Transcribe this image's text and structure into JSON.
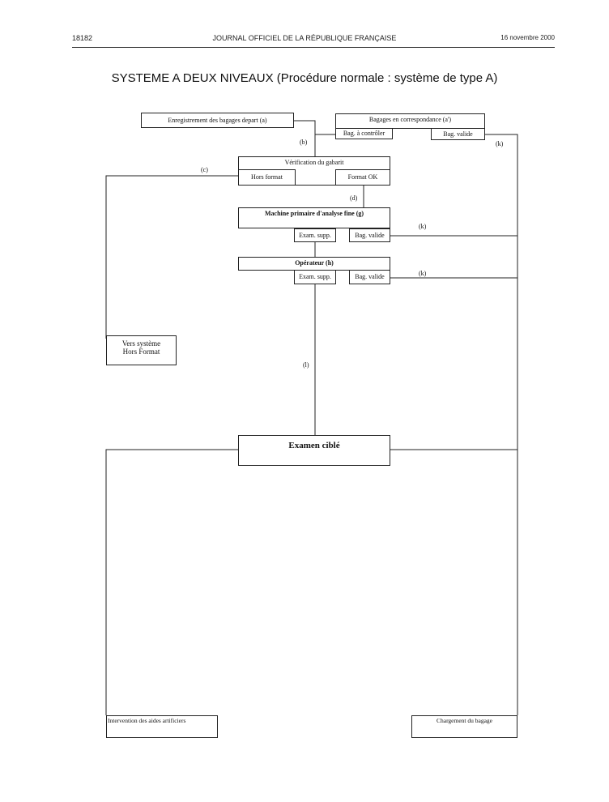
{
  "header": {
    "page_number": "18182",
    "journal": "JOURNAL OFFICIEL DE LA RÉPUBLIQUE FRANÇAISE",
    "date": "16 novembre 2000"
  },
  "title": "SYSTEME  A DEUX NIVEAUX (Procédure normale : système de type A)",
  "nodes": {
    "enregistrement": "Enregistrement des bagages depart (a)",
    "correspondance": "Bagages en correspondance (a')",
    "bag_a_controler": "Bag. à contrôler",
    "bag_valide_1": "Bag. valide",
    "verification": "Vérification du gabarit",
    "hors_format": "Hors format",
    "format_ok": "Format OK",
    "machine": "Machine primaire d'analyse fine (g)",
    "exam_supp_1": "Exam. supp.",
    "bag_valide_2": "Bag. valide",
    "operateur": "Opérateur (h)",
    "exam_supp_2": "Exam. supp.",
    "bag_valide_3": "Bag. valide",
    "vers_systeme_line1": "Vers système",
    "vers_systeme_line2": "Hors Format",
    "examen_cible": "Examen ciblé",
    "intervention": "Intervention des aides artificiers",
    "chargement": "Chargement du bagage"
  },
  "edge_labels": {
    "b": "(b)",
    "c": "(c)",
    "d": "(d)",
    "k1": "(k)",
    "k2": "(k)",
    "k3": "(k)",
    "l": "(l)"
  }
}
